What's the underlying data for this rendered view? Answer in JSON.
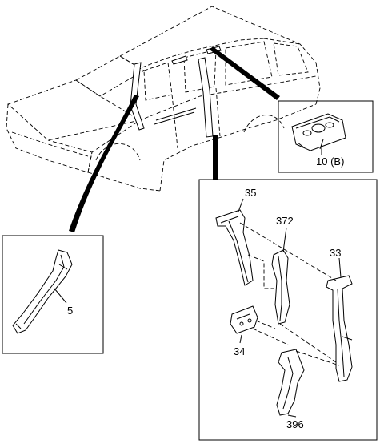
{
  "callouts": {
    "roof_bracket": "10 (B)",
    "a_pillar": "5",
    "outer_b_pillar": "35",
    "b_pillar_reinforcement": "372",
    "inner_b_pillar": "33",
    "bracket": "34",
    "lower_b_pillar": "396"
  }
}
